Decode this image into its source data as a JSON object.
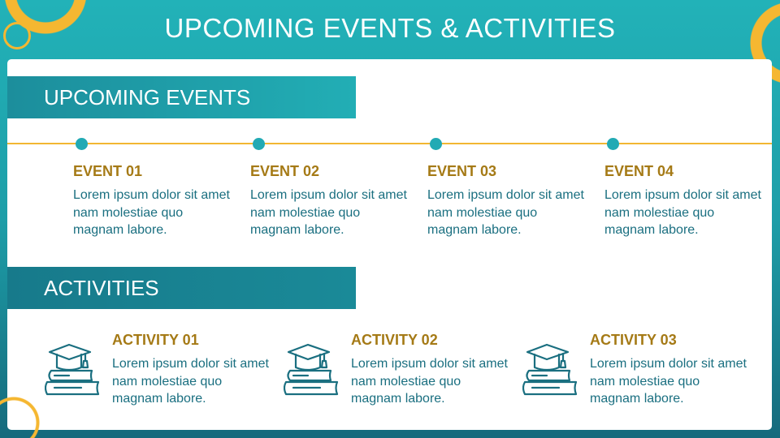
{
  "title": "UPCOMING EVENTS & ACTIVITIES",
  "events_header": "UPCOMING EVENTS",
  "activities_header": "ACTIVITIES",
  "events": [
    {
      "title": "EVENT 01",
      "text": "Lorem ipsum dolor sit amet nam molestiae quo magnam labore."
    },
    {
      "title": "EVENT 02",
      "text": "Lorem ipsum dolor sit amet nam molestiae quo magnam labore."
    },
    {
      "title": "EVENT 03",
      "text": "Lorem ipsum dolor sit amet nam molestiae quo magnam labore."
    },
    {
      "title": "EVENT 04",
      "text": "Lorem ipsum dolor sit amet nam molestiae quo magnam labore."
    }
  ],
  "activities": [
    {
      "title": "ACTIVITY 01",
      "text": "Lorem ipsum dolor sit amet nam molestiae quo magnam labore.",
      "icon": "graduation-books-icon"
    },
    {
      "title": "ACTIVITY 02",
      "text": "Lorem ipsum dolor sit amet nam molestiae quo magnam labore.",
      "icon": "graduation-books-icon"
    },
    {
      "title": "ACTIVITY 03",
      "text": "Lorem ipsum dolor sit amet nam molestiae quo magnam labore.",
      "icon": "graduation-books-icon"
    }
  ],
  "colors": {
    "accent": "#f5b731",
    "teal": "#22b2b8",
    "dark_teal": "#156a7c",
    "gold_text": "#a57a16"
  }
}
